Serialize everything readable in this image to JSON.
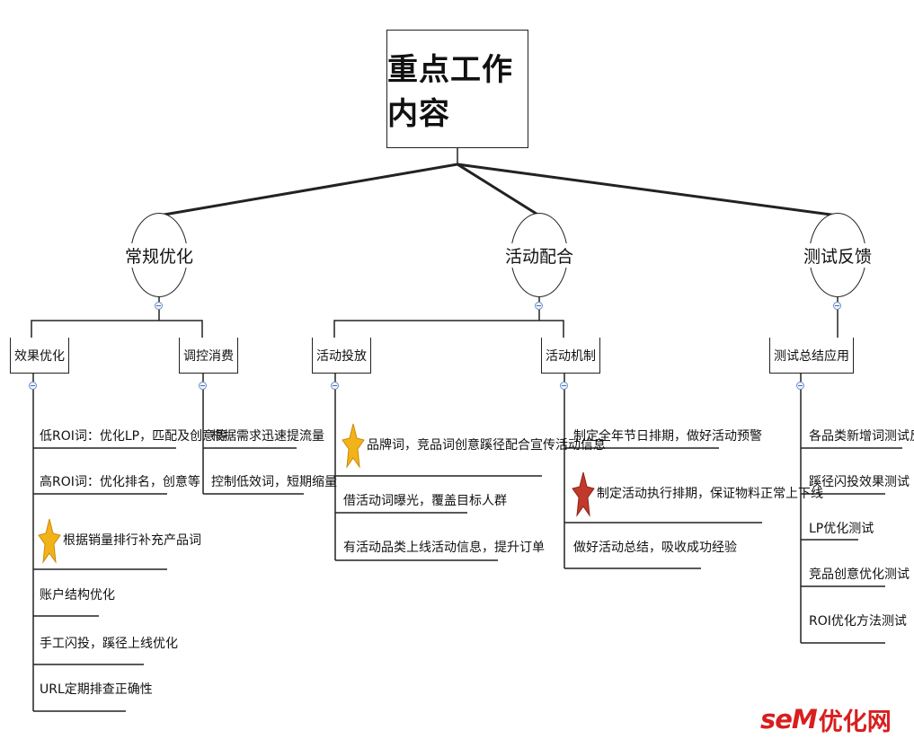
{
  "root": {
    "title": "重点工作内容"
  },
  "branches": [
    {
      "label": "常规优化",
      "subs": [
        {
          "label": "效果优化",
          "leaves": [
            {
              "text": "低ROI词：优化LP，匹配及创意等",
              "star": null
            },
            {
              "text": "高ROI词：优化排名，创意等",
              "star": null
            },
            {
              "text": "根据销量排行补充产品词",
              "star": "gold"
            },
            {
              "text": "账户结构优化",
              "star": null
            },
            {
              "text": "手工闪投，蹊径上线优化",
              "star": null
            },
            {
              "text": "URL定期排查正确性",
              "star": null
            }
          ]
        },
        {
          "label": "调控消费",
          "leaves": [
            {
              "text": "根据需求迅速提流量",
              "star": null
            },
            {
              "text": "控制低效词，短期缩量",
              "star": null
            }
          ]
        }
      ]
    },
    {
      "label": "活动配合",
      "subs": [
        {
          "label": "活动投放",
          "leaves": [
            {
              "text": "品牌词，竞品词创意蹊径配合宣传活动信息",
              "star": "gold"
            },
            {
              "text": "借活动词曝光，覆盖目标人群",
              "star": null
            },
            {
              "text": "有活动品类上线活动信息，提升订单",
              "star": null
            }
          ]
        },
        {
          "label": "活动机制",
          "leaves": [
            {
              "text": "制定全年节日排期，做好活动预警",
              "star": null
            },
            {
              "text": "制定活动执行排期，保证物料正常上下线",
              "star": "red"
            },
            {
              "text": "做好活动总结，吸收成功经验",
              "star": null
            }
          ]
        }
      ]
    },
    {
      "label": "测试反馈",
      "subs": [
        {
          "label": "测试总结应用",
          "leaves": [
            {
              "text": "各品类新增词测试反馈",
              "star": null
            },
            {
              "text": "蹊径闪投效果测试",
              "star": null
            },
            {
              "text": "LP优化测试",
              "star": null
            },
            {
              "text": "竞品创意优化测试",
              "star": null
            },
            {
              "text": "ROI优化方法测试",
              "star": null
            }
          ]
        }
      ]
    }
  ],
  "watermark": {
    "brand": "seM",
    "suffix": "优化网"
  },
  "colors": {
    "line": "#222222",
    "star_gold": "#f2b31a",
    "star_red": "#c0392b",
    "logo": "#d81e1e"
  }
}
